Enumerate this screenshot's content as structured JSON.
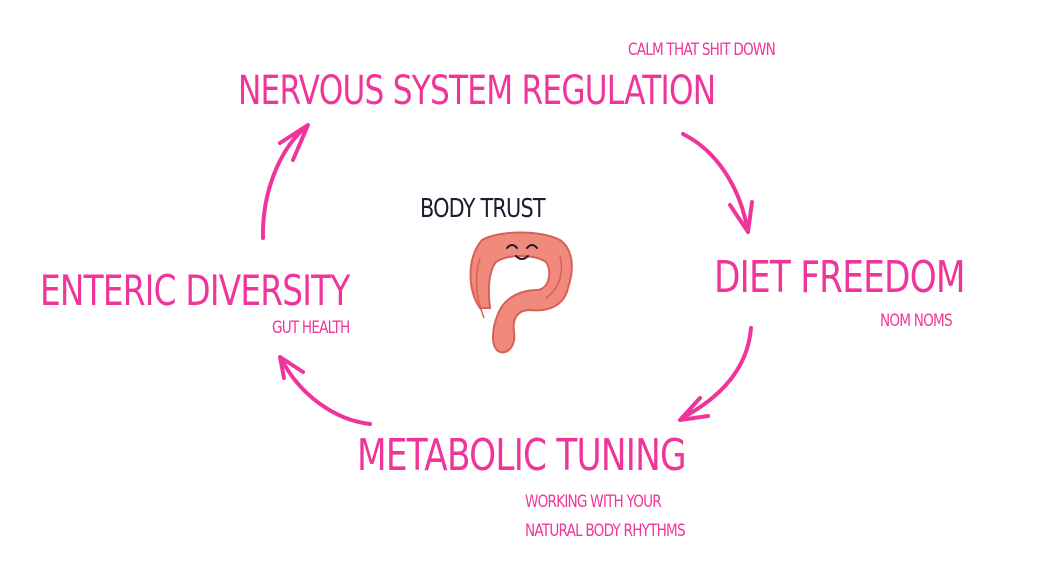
{
  "diagram": {
    "type": "cycle",
    "center": {
      "title": "BODY TRUST",
      "icon": "smiling-colon-icon"
    },
    "nodes": [
      {
        "id": "nervous-system-regulation",
        "title": "NERVOUS SYSTEM REGULATION",
        "subtitle": [
          "CALM THAT SHIT DOWN"
        ]
      },
      {
        "id": "diet-freedom",
        "title": "DIET FREEDOM",
        "subtitle": [
          "NOM NOMS"
        ]
      },
      {
        "id": "metabolic-tuning",
        "title": "METABOLIC TUNING",
        "subtitle": [
          "WORKING WITH YOUR",
          "NATURAL BODY RHYTHMS"
        ]
      },
      {
        "id": "enteric-diversity",
        "title": "ENTERIC DIVERSITY",
        "subtitle": [
          "GUT HEALTH"
        ]
      }
    ],
    "edges": [
      {
        "from": "nervous-system-regulation",
        "to": "diet-freedom"
      },
      {
        "from": "diet-freedom",
        "to": "metabolic-tuning"
      },
      {
        "from": "metabolic-tuning",
        "to": "enteric-diversity"
      },
      {
        "from": "enteric-diversity",
        "to": "nervous-system-regulation"
      }
    ],
    "colors": {
      "accent": "#f0359a",
      "center_text": "#1f1b2e",
      "colon_fill": "#f08a7c",
      "colon_stroke": "#d9605a"
    }
  }
}
